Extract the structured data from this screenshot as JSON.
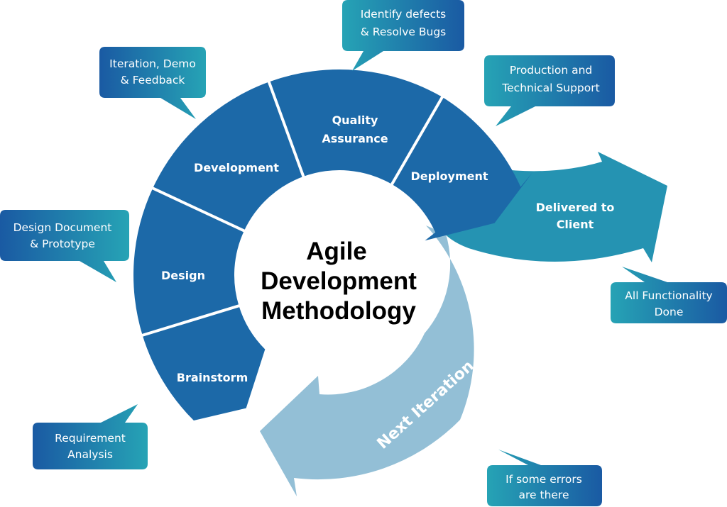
{
  "title": {
    "lines": [
      "Agile",
      "Development",
      "Methodology"
    ]
  },
  "colors": {
    "segment": "#1c69a8",
    "delivered_arrow": "#2593b2",
    "next_iteration_arrow": "#93bfd6",
    "bubble_dark": "#1a5aa3",
    "bubble_teal": "#26a3b5",
    "divider": "#ffffff",
    "title": "#000000"
  },
  "phases": [
    {
      "id": "brainstorm",
      "label_lines": [
        "Brainstorm"
      ]
    },
    {
      "id": "design",
      "label_lines": [
        "Design"
      ]
    },
    {
      "id": "development",
      "label_lines": [
        "Development"
      ]
    },
    {
      "id": "quality-assurance",
      "label_lines": [
        "Quality",
        "Assurance"
      ]
    },
    {
      "id": "deployment",
      "label_lines": [
        "Deployment"
      ]
    }
  ],
  "arrows": {
    "delivered": {
      "label_lines": [
        "Delivered to",
        "Client"
      ]
    },
    "next_iteration": {
      "label": "Next Iteration"
    }
  },
  "callouts": [
    {
      "id": "requirement-analysis",
      "lines": [
        "Requirement",
        "Analysis"
      ],
      "points_to": "brainstorm"
    },
    {
      "id": "design-document",
      "lines": [
        "Design Document",
        "& Prototype"
      ],
      "points_to": "design"
    },
    {
      "id": "iteration-demo",
      "lines": [
        "Iteration, Demo",
        "& Feedback"
      ],
      "points_to": "development"
    },
    {
      "id": "identify-defects",
      "lines": [
        "Identify defects",
        "& Resolve Bugs"
      ],
      "points_to": "quality-assurance"
    },
    {
      "id": "production-support",
      "lines": [
        "Production and",
        "Technical Support"
      ],
      "points_to": "deployment"
    },
    {
      "id": "all-functionality",
      "lines": [
        "All Functionality",
        "Done"
      ],
      "points_to": "delivered"
    },
    {
      "id": "some-errors",
      "lines": [
        "If some errors",
        "are there"
      ],
      "points_to": "next_iteration"
    }
  ]
}
